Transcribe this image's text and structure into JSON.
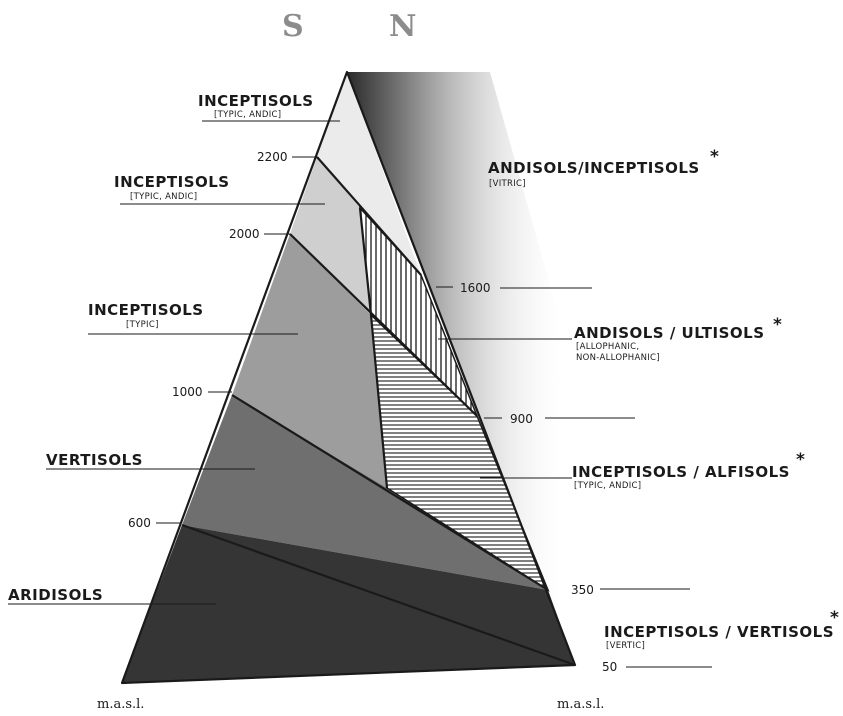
{
  "compass": {
    "south": "S",
    "north": "N"
  },
  "axis_unit_left": "m.a.s.l.",
  "axis_unit_right": "m.a.s.l.",
  "south_slope": {
    "altitudes": [
      "2200",
      "2000",
      "1000",
      "600"
    ],
    "zones": [
      {
        "name": "INCEPTISOLS",
        "sub": "[TYPIC, ANDIC]",
        "fill": "#ebebeb"
      },
      {
        "name": "INCEPTISOLS",
        "sub": "[TYPIC, ANDIC]",
        "fill": "#cfcfcf"
      },
      {
        "name": "INCEPTISOLS",
        "sub": "[TYPIC]",
        "fill": "#9d9d9d"
      },
      {
        "name": "VERTISOLS",
        "sub": "",
        "fill": "#6f6f6f"
      },
      {
        "name": "ARIDISOLS",
        "sub": "",
        "fill": "#353535"
      }
    ]
  },
  "north_slope": {
    "altitudes": [
      "1600",
      "900",
      "350",
      "50"
    ],
    "zones": [
      {
        "name": "ANDISOLS/INCEPTISOLS",
        "sub": "[VITRIC]",
        "mark": "*"
      },
      {
        "name": "ANDISOLS / ULTISOLS",
        "sub_line1": "[ALLOPHANIC,",
        "sub_line2": "NON-ALLOPHANIC]",
        "mark": "*"
      },
      {
        "name": "INCEPTISOLS / ALFISOLS",
        "sub": "[TYPIC, ANDIC]",
        "mark": "*"
      },
      {
        "name": "INCEPTISOLS / VERTISOLS",
        "sub": "[VERTIC]",
        "mark": "*"
      }
    ]
  }
}
